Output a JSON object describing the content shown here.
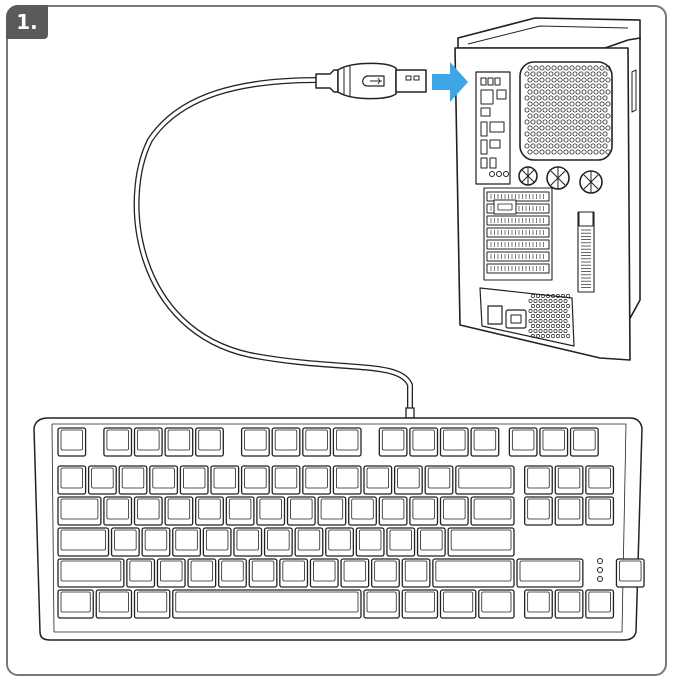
{
  "step": {
    "number_label": "1."
  },
  "colors": {
    "line": "#222222",
    "arrow": "#3ea6e6",
    "frame": "#777777",
    "badge": "#5a5a5a"
  },
  "keyboard": {
    "rows": [
      [
        1,
        0.5,
        1,
        1,
        1,
        1,
        0.5,
        1,
        1,
        1,
        1,
        0.5,
        1,
        1,
        1,
        1,
        0.25,
        1,
        1,
        1
      ],
      [
        1,
        1,
        1,
        1,
        1,
        1,
        1,
        1,
        1,
        1,
        1,
        1,
        1,
        2,
        0.25,
        1,
        1,
        1
      ],
      [
        1.5,
        1,
        1,
        1,
        1,
        1,
        1,
        1,
        1,
        1,
        1,
        1,
        1,
        1.5,
        0.25,
        1,
        1,
        1
      ],
      [
        1.75,
        1,
        1,
        1,
        1,
        1,
        1,
        1,
        1,
        1,
        1,
        1,
        2.25
      ],
      [
        2.25,
        1,
        1,
        1,
        1,
        1,
        1,
        1,
        1,
        1,
        1,
        2.75,
        2.25,
        1
      ],
      [
        1.25,
        1.25,
        1.25,
        6.25,
        1.25,
        1.25,
        1.25,
        1.25,
        0.25,
        1,
        1,
        1
      ]
    ]
  }
}
